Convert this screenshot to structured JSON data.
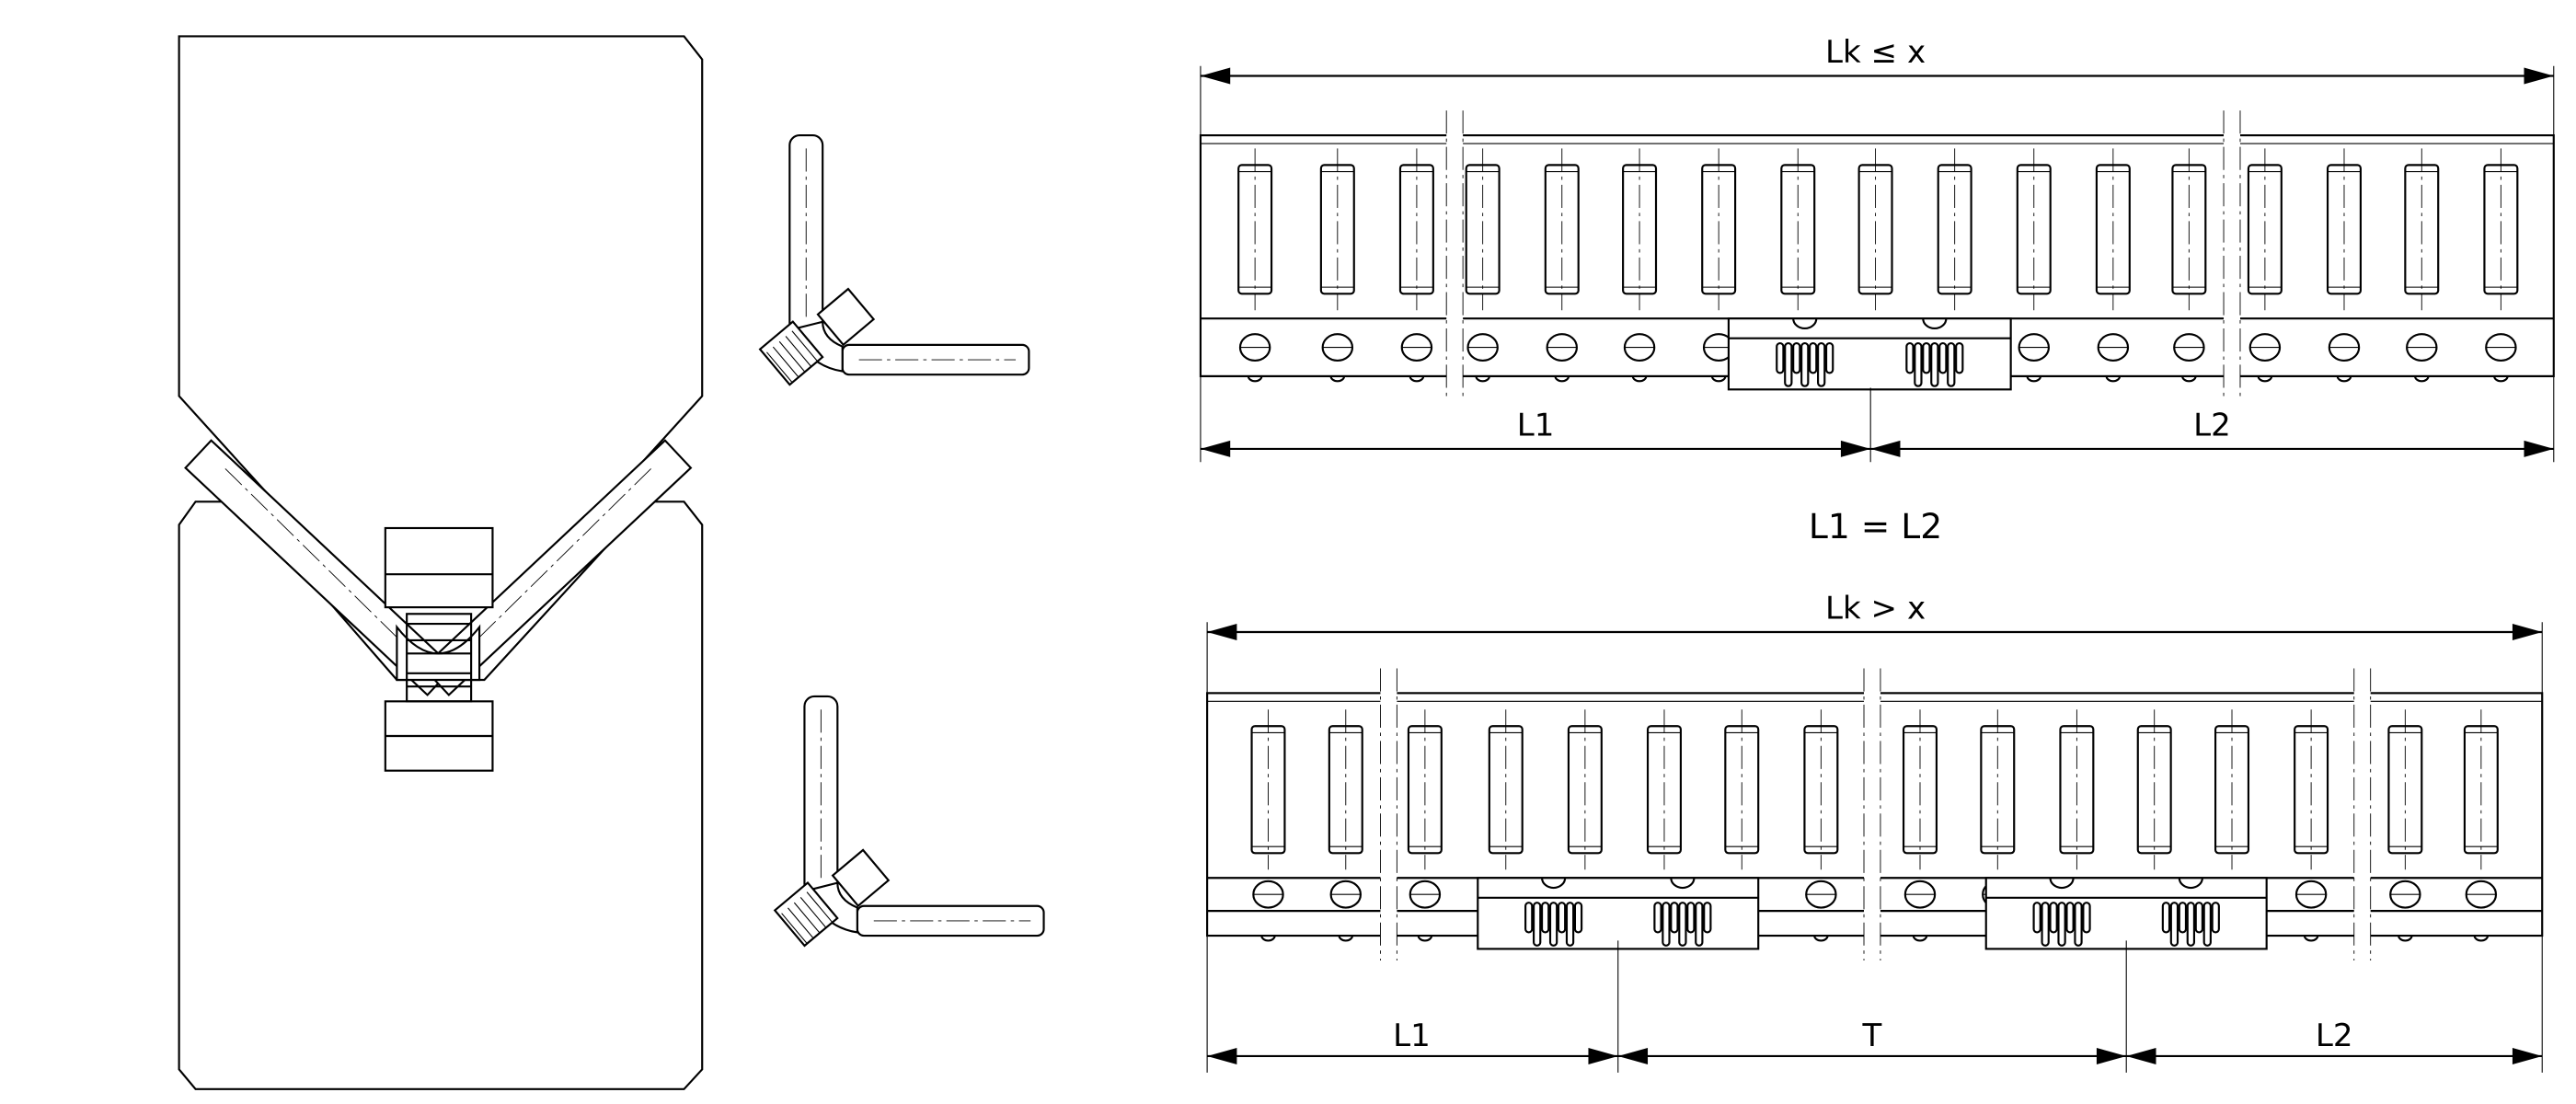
{
  "top_diagram": {
    "total_label": "Lk ≤ x",
    "left_label": "L1",
    "right_label": "L2",
    "condition": "L1 = L2"
  },
  "bottom_diagram": {
    "total_label": "Lk > x",
    "left_label": "L1",
    "middle_label": "T",
    "right_label": "L2"
  },
  "colors": {
    "line": "#000000",
    "background": "#ffffff"
  }
}
